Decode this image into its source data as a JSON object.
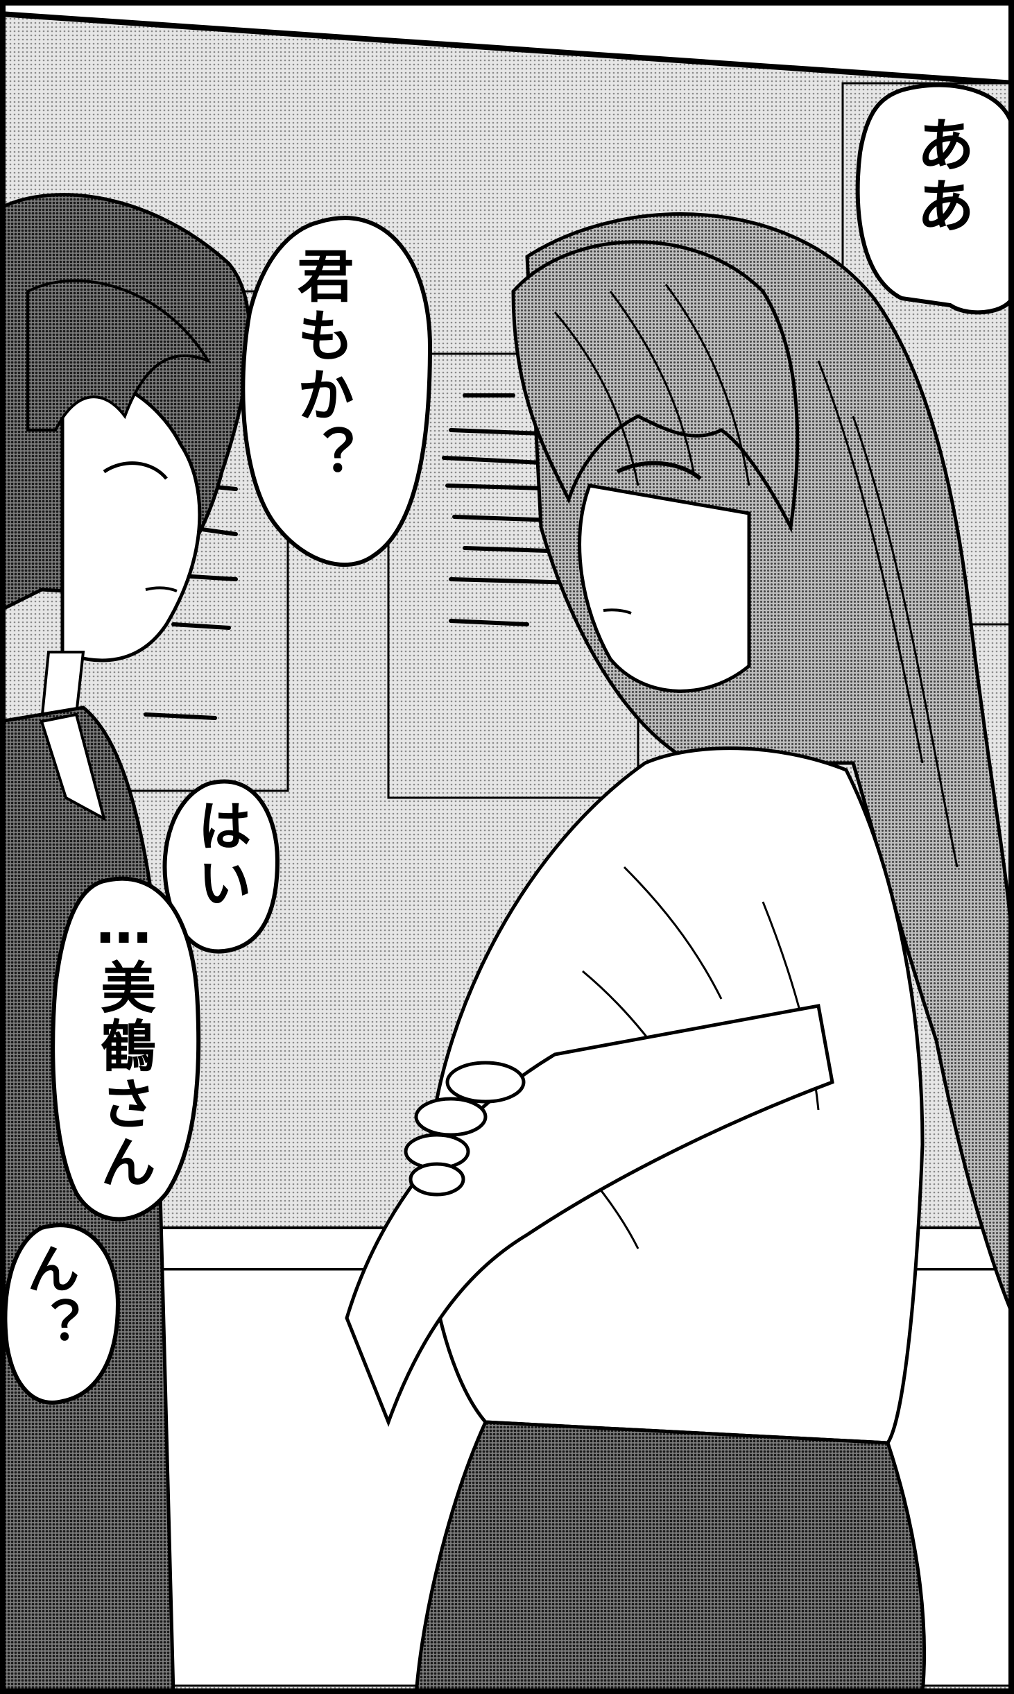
{
  "bubbles": {
    "aa": "ああ",
    "kimi_mo_ka": "君もか？",
    "hai": "はい",
    "mitsuru_san": "…美鶴さん",
    "n": "ん？"
  },
  "colors": {
    "ink": "#000000",
    "paper": "#ffffff",
    "screentone_light": "#cfcfcf",
    "screentone_mid": "#a9a9a9",
    "screentone_dark": "#5e5e5e"
  }
}
